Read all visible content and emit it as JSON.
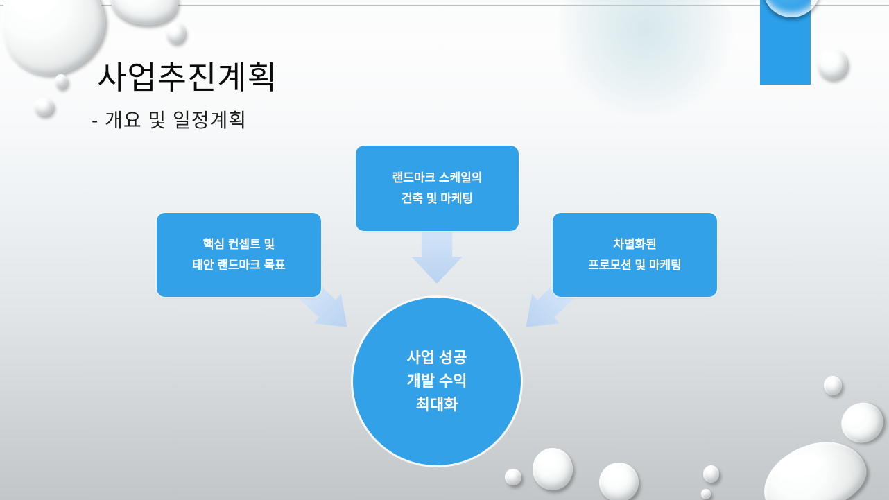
{
  "slide": {
    "title": "사업추진계획",
    "subtitle": "- 개요 및 일정계획"
  },
  "diagram": {
    "boxes": [
      {
        "position": "left",
        "lines": [
          "핵심 컨셉트 및",
          "태안 랜드마크 목표"
        ]
      },
      {
        "position": "top",
        "lines": [
          "랜드마크 스케일의",
          "건축 및 마케팅"
        ]
      },
      {
        "position": "right",
        "lines": [
          "차별화된",
          "프로모션 및 마케팅"
        ]
      }
    ],
    "center_circle": {
      "lines": [
        "사업 성공",
        "개발 수익",
        "최대화"
      ]
    },
    "arrows": [
      "down-arrow",
      "down-right-arrow",
      "down-left-arrow"
    ]
  },
  "decor": {
    "droplet_icon": "water-droplet",
    "accent_bar": "blue-rectangle"
  },
  "colors": {
    "shape_blue": "#32a1e8",
    "arrow_light_blue": "#c5dbf4",
    "accent_bar": "#2b9fe9",
    "shape_text": "#ffffff",
    "title_text": "#0b0b0b",
    "background_top": "#fdfdfd",
    "background_bottom": "#c3c6c8"
  }
}
